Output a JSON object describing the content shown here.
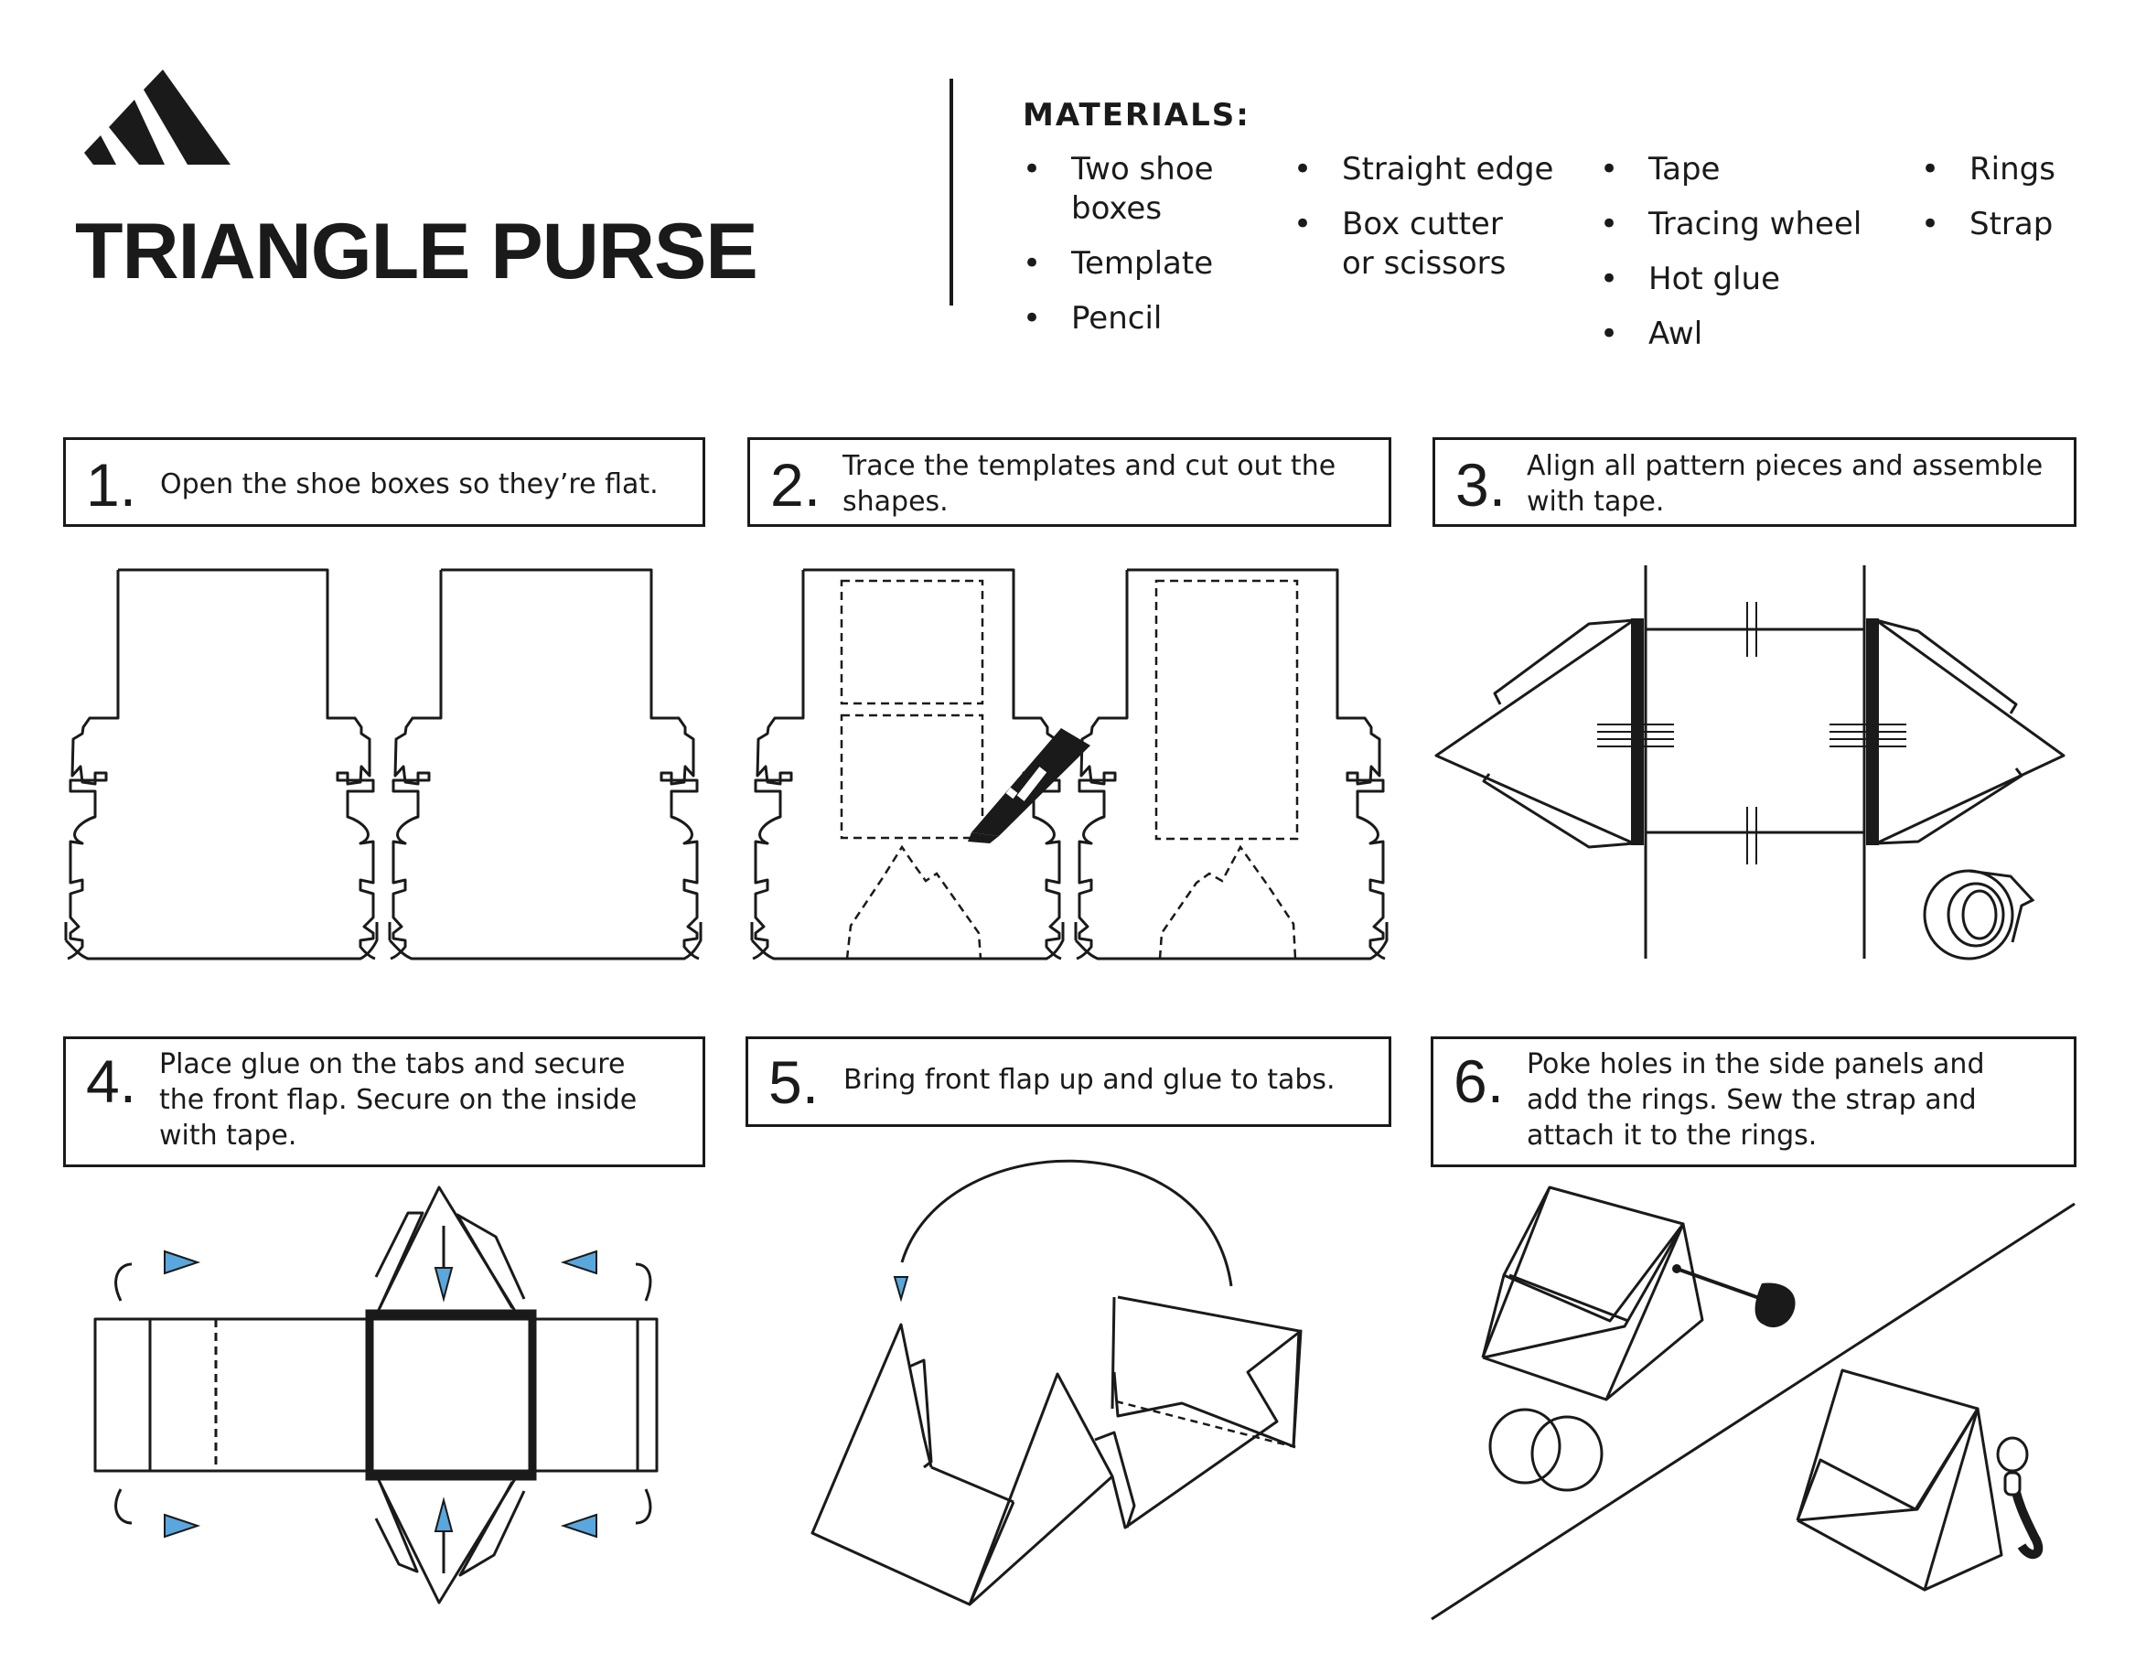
{
  "header": {
    "logo_icon": "adidas-three-stripes-logo-icon",
    "title": "TRIANGLE PURSE"
  },
  "materials": {
    "heading": "MATERIALS:",
    "columns": [
      [
        "Two shoe\nboxes",
        "Template",
        "Pencil"
      ],
      [
        "Straight edge",
        "Box cutter\nor scissors"
      ],
      [
        "Tape",
        "Tracing wheel",
        "Hot glue",
        "Awl"
      ],
      [
        "Rings",
        "Strap"
      ]
    ]
  },
  "steps": [
    {
      "number": "1.",
      "text": "Open the shoe boxes so they’re flat."
    },
    {
      "number": "2.",
      "text": "Trace the templates and cut out the\nshapes."
    },
    {
      "number": "3.",
      "text": "Align all pattern pieces and assemble\nwith tape."
    },
    {
      "number": "4.",
      "text": "Place glue on the tabs and secure\nthe front flap. Secure on the inside\nwith tape."
    },
    {
      "number": "5.",
      "text": "Bring front flap up and glue to tabs."
    },
    {
      "number": "6.",
      "text": "Poke holes in the side panels and\nadd the rings. Sew the strap and\nattach it to the rings."
    }
  ],
  "colors": {
    "ink": "#1a1a1a",
    "arrow_blue": "#5aa7de",
    "background": "#ffffff"
  },
  "illustrations": [
    "flat-shoe-box-illustration",
    "traced-template-illustration",
    "assembled-pattern-illustration",
    "glue-tabs-illustration",
    "fold-front-flap-illustration",
    "rings-and-strap-illustration"
  ]
}
